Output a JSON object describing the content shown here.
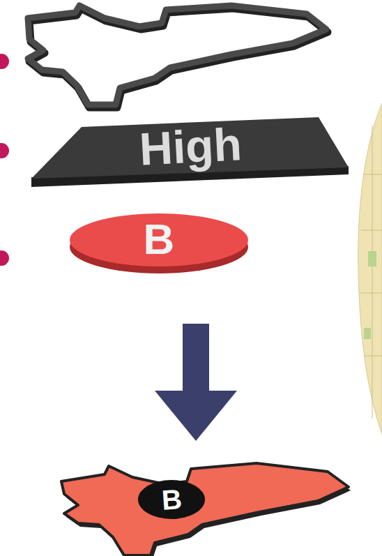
{
  "diagram": {
    "nodes": [
      {
        "text": [
          "High"
        ]
      },
      {
        "text": [
          "B"
        ]
      },
      {
        "text": [
          "B"
        ]
      }
    ],
    "edges": [
      {
        "from": 1,
        "to": 2,
        "arrow": "to"
      }
    ]
  }
}
